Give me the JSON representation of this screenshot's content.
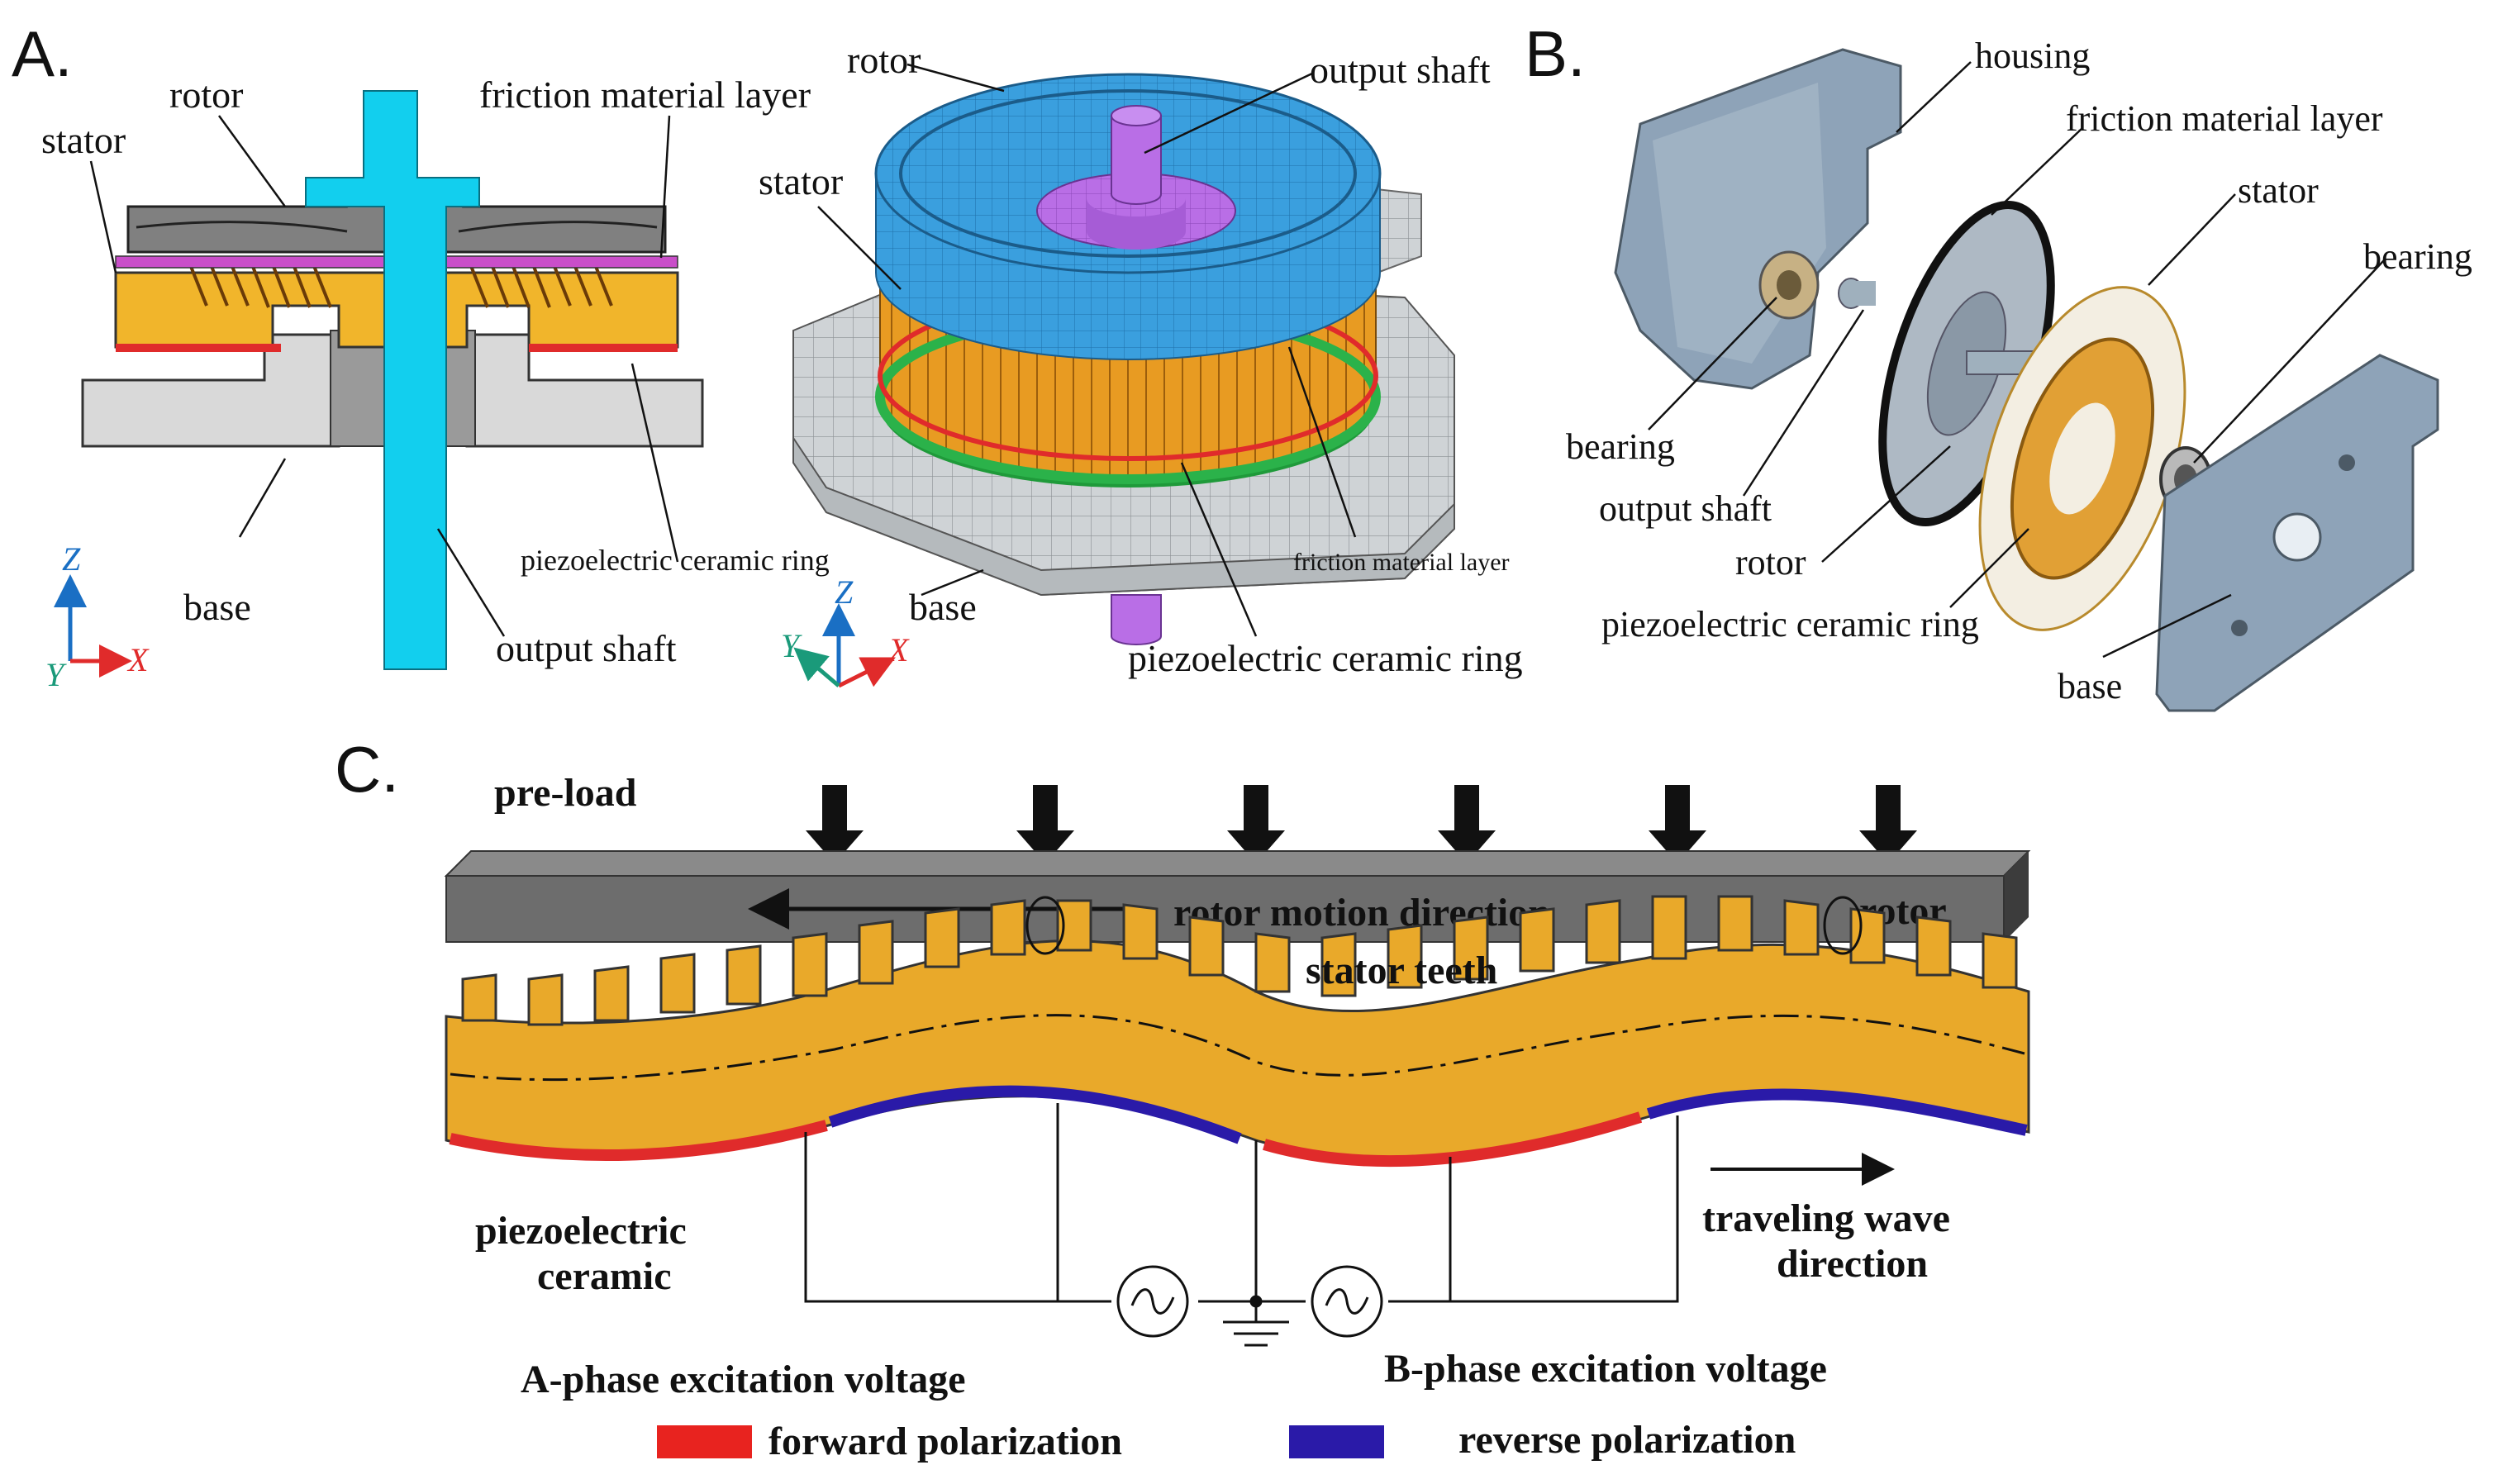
{
  "panels": {
    "a": {
      "letter": "A.",
      "left_labels": {
        "stator": "stator",
        "rotor": "rotor",
        "friction": "friction material layer",
        "base": "base",
        "piezo": "piezoelectric ceramic ring",
        "shaft": "output shaft"
      },
      "right_labels": {
        "rotor": "rotor",
        "shaft": "output shaft",
        "stator": "stator",
        "base": "base",
        "friction": "friction material layer",
        "piezo": "piezoelectric ceramic ring"
      },
      "axes": {
        "z": "Z",
        "y": "Y",
        "x": "X"
      }
    },
    "b": {
      "letter": "B.",
      "labels": {
        "housing": "housing",
        "friction": "friction material layer",
        "stator": "stator",
        "bearing_right": "bearing",
        "bearing_left": "bearing",
        "shaft": "output shaft",
        "rotor": "rotor",
        "piezo": "piezoelectric ceramic ring",
        "base": "base"
      }
    },
    "c": {
      "letter": "C.",
      "labels": {
        "preload": "pre-load",
        "rotor_motion": "rotor motion direction",
        "rotor": "rotor",
        "stator_teeth": "stator teeth",
        "piezo_line1": "piezoelectric",
        "piezo_line2": "ceramic",
        "wave_line1": "traveling wave",
        "wave_line2": "direction",
        "phase_a": "A-phase excitation voltage",
        "phase_b": "B-phase excitation voltage"
      },
      "legend": [
        {
          "label": "forward polarization",
          "color": "#e8231f"
        },
        {
          "label": "reverse polarization",
          "color": "#2a1aa8"
        }
      ]
    }
  },
  "colors": {
    "stator_gold": "#e9a92a",
    "rotor_blue": "#3a9fde",
    "shaft_cyan": "#12cfee",
    "base_gray": "#d9d9d9",
    "shaft_purple": "#b96ee6",
    "friction_green": "#2bb24a",
    "rotor_bar": "#6d6d6d"
  }
}
